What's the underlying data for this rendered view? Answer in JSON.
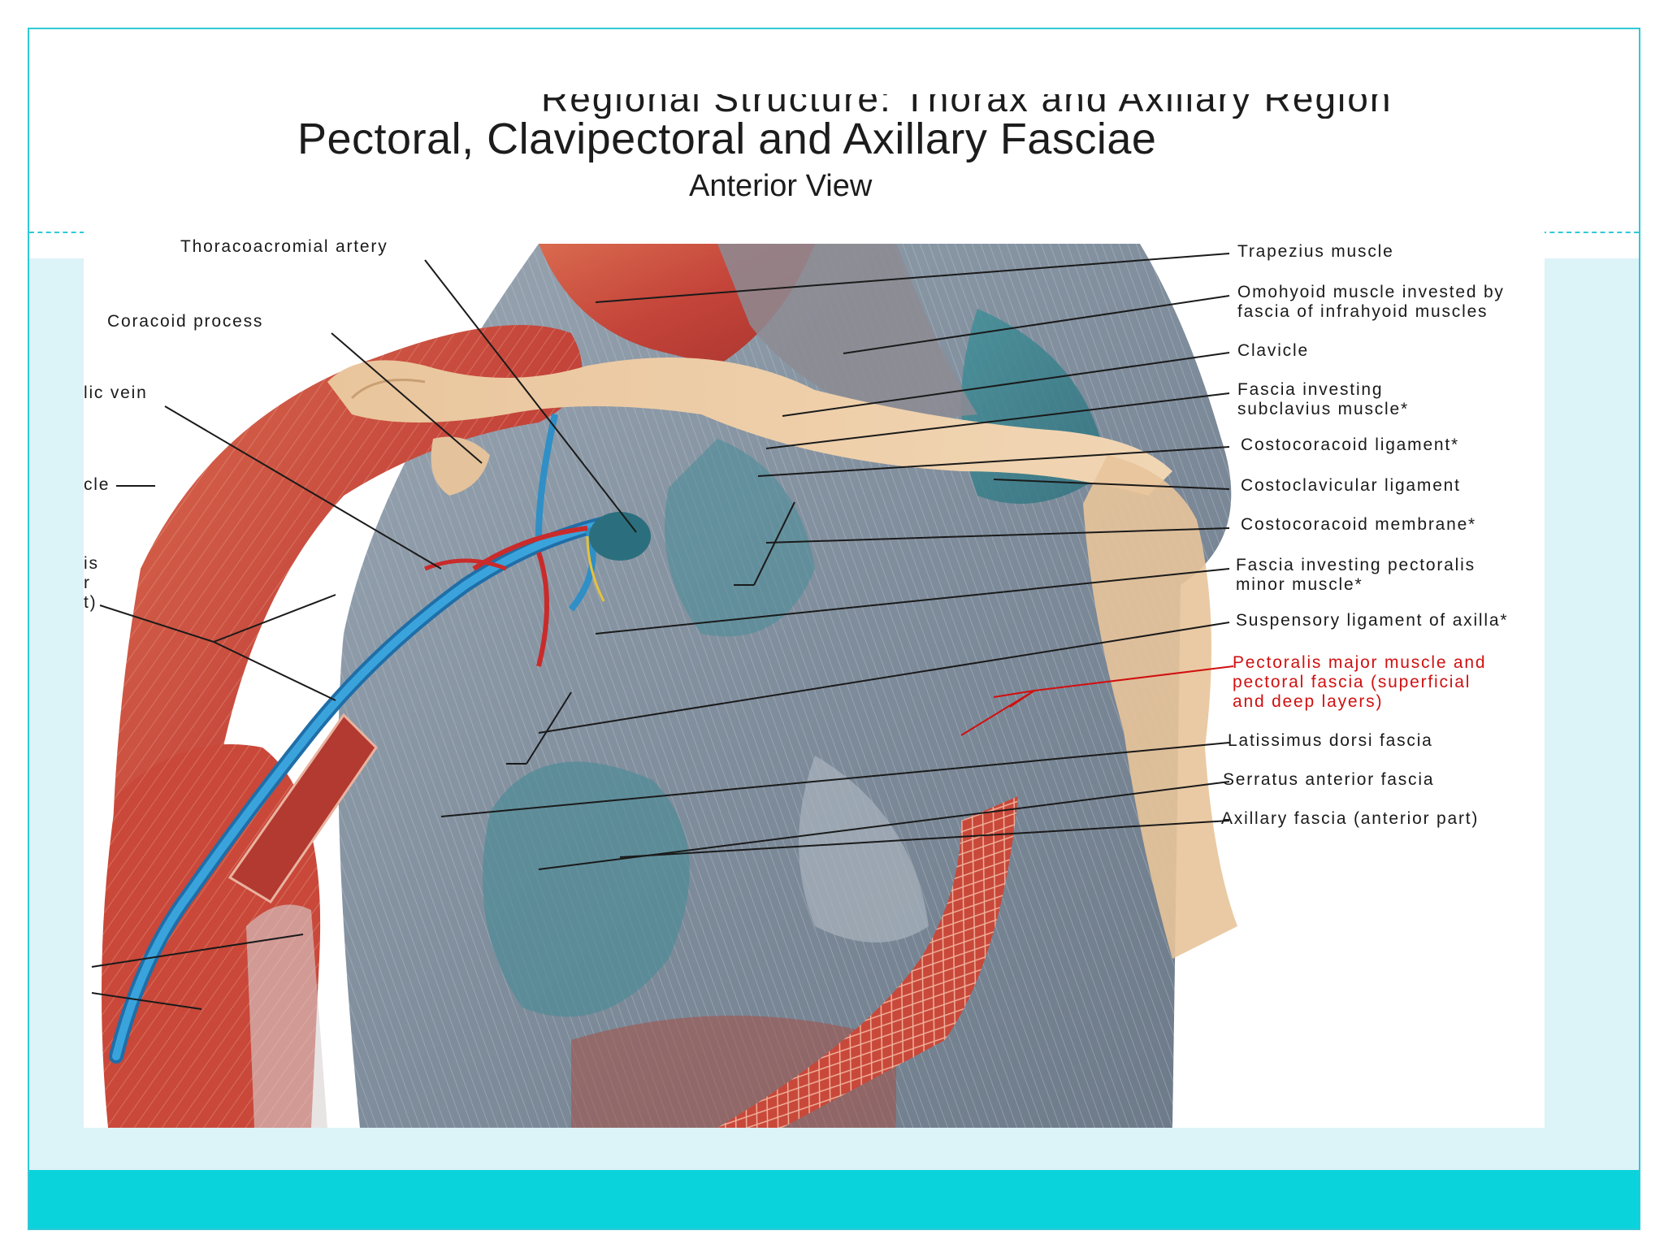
{
  "slide": {
    "cut_off_title": "Regional Structure: Thorax and Axillary Region",
    "title": "Pectoral, Clavipectoral and Axillary Fasciae",
    "subtitle": "Anterior View"
  },
  "figure": {
    "labels_left": {
      "thoracoacromial": "Thoracoacromial artery",
      "coracoid": "Coracoid process",
      "vein_fragment": "lic vein",
      "muscle_fragment": "cle",
      "is_fragment": "is\nr\nt)"
    },
    "labels_right": {
      "trapezius": "Trapezius muscle",
      "omohyoid": "Omohyoid muscle invested by\nfascia of infrahyoid muscles",
      "clavicle": "Clavicle",
      "subclavius": "Fascia investing\nsubclavius muscle*",
      "costocoracoid_lig": "Costocoracoid ligament*",
      "costoclavicular": "Costoclavicular ligament",
      "costocoracoid_mem": "Costocoracoid membrane*",
      "pec_minor": "Fascia investing pectoralis\nminor muscle*",
      "suspensory": "Suspensory ligament of axilla*",
      "pec_major": "Pectoralis major muscle and\npectoral fascia (superficial\nand deep layers)",
      "latissimus": "Latissimus dorsi fascia",
      "serratus": "Serratus anterior fascia",
      "axillary": "Axillary fascia (anterior part)"
    },
    "colors": {
      "muscle": "#c8483a",
      "fascia": "#8c98a6",
      "vein": "#2f8fc6",
      "artery": "#c92b2b",
      "bone": "#e8c49a",
      "red_label": "#d01010"
    }
  }
}
